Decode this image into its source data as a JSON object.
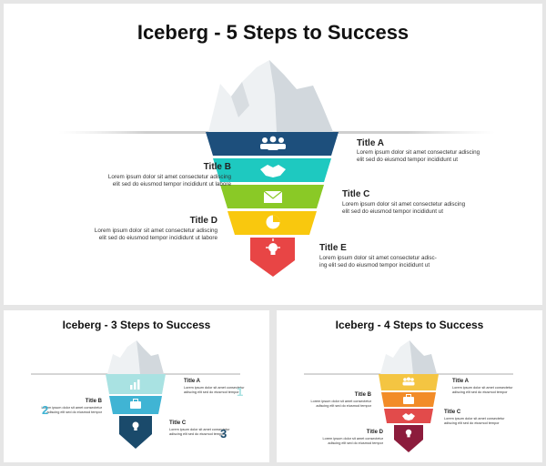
{
  "main": {
    "title": "Iceberg - 5 Steps to Success",
    "steps": [
      {
        "title": "Title A",
        "line1": "Lorem ipsum dolor sit amet consectetur adiscing",
        "line2": "elit sed do eiusmod tempor incididunt ut",
        "color": "#1d4f7c",
        "icon": "people-icon"
      },
      {
        "title": "Title B",
        "line1": "Lorem ipsum dolor sit amet consectetur adiscing",
        "line2": "elit sed do eiusmod tempor incididunt ut labore",
        "color": "#1ec9c0",
        "icon": "handshake-icon"
      },
      {
        "title": "Title C",
        "line1": "Lorem ipsum dolor sit amet consectetur adiscing",
        "line2": "elit sed do eiusmod tempor incididunt ut",
        "color": "#8ac926",
        "icon": "envelope-icon"
      },
      {
        "title": "Title D",
        "line1": "Lorem ipsum dolor sit amet consectetur adiscing",
        "line2": "elit sed do eiusmod tempor incididunt ut labore",
        "color": "#f9c80e",
        "icon": "pie-chart-icon"
      },
      {
        "title": "Title E",
        "line1": "Lorem ipsum dolor sit amet consectetur adisc-",
        "line2": "ing elit sed do eiusmod tempor incididunt ut",
        "color": "#e84545",
        "icon": "lightbulb-icon"
      }
    ]
  },
  "three": {
    "title": "Iceberg - 3 Steps to Success",
    "steps": [
      {
        "title": "Title A",
        "line1": "Lorem ipsum dolor sit amet consectetur",
        "line2": "adiscing elit sed do eiusmod tempor",
        "number": "1",
        "color": "#a9e2e2",
        "icon": "bar-chart-icon"
      },
      {
        "title": "Title B",
        "line1": "Lorem ipsum dolor sit amet consectetur",
        "line2": "adiscing elit sed do eiusmod tempor",
        "number": "2",
        "color": "#40b4d4",
        "icon": "briefcase-icon"
      },
      {
        "title": "Title C",
        "line1": "Lorem ipsum dolor sit amet consectetur",
        "line2": "adiscing elit sed do eiusmod tempor",
        "number": "3",
        "color": "#1a4a6b",
        "icon": "lightbulb-icon"
      }
    ]
  },
  "four": {
    "title": "Iceberg - 4 Steps to Success",
    "steps": [
      {
        "title": "Title A",
        "line1": "Lorem ipsum dolor sit amet consectetur",
        "line2": "adiscing elit sed do eiusmod tempor",
        "color": "#f4c542",
        "icon": "people-icon"
      },
      {
        "title": "Title B",
        "line1": "Lorem ipsum dolor sit amet consectetur",
        "line2": "adiscing elit sed do eiusmod tempor",
        "color": "#f28c28",
        "icon": "briefcase-icon"
      },
      {
        "title": "Title C",
        "line1": "Lorem ipsum dolor sit amet consectetur",
        "line2": "adiscing elit sed do eiusmod tempor",
        "color": "#e24b4b",
        "icon": "handshake-icon"
      },
      {
        "title": "Title D",
        "line1": "Lorem ipsum dolor sit amet consectetur",
        "line2": "adiscing elit sed do eiusmod tempor",
        "color": "#8c1c3c",
        "icon": "lightbulb-icon"
      }
    ]
  },
  "colors": {
    "ice_light": "#eef1f3",
    "ice_shade": "#d2d8dd",
    "waterline": "#cfcfcf",
    "text": "#111111"
  }
}
